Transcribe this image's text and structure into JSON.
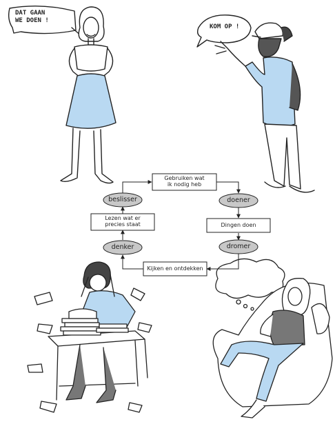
{
  "speech": {
    "top_left": [
      "DAT GAAN",
      "WE DOEN !"
    ],
    "top_right": "KOM OP !"
  },
  "cycle": {
    "boxes": {
      "gebruiken": [
        "Gebruiken wat",
        "ik nodig heb"
      ],
      "dingen": "Dingen doen",
      "kijken": "Kijken en ontdekken",
      "lezen": [
        "Lezen wat er",
        "precies staat"
      ]
    },
    "types": {
      "beslisser": "beslisser",
      "doener": "doener",
      "dromer": "dromer",
      "denker": "denker"
    }
  },
  "colors": {
    "clothing_blue": "#b9d9f2",
    "oval_grey": "#c8c8c8",
    "line": "#222222"
  }
}
